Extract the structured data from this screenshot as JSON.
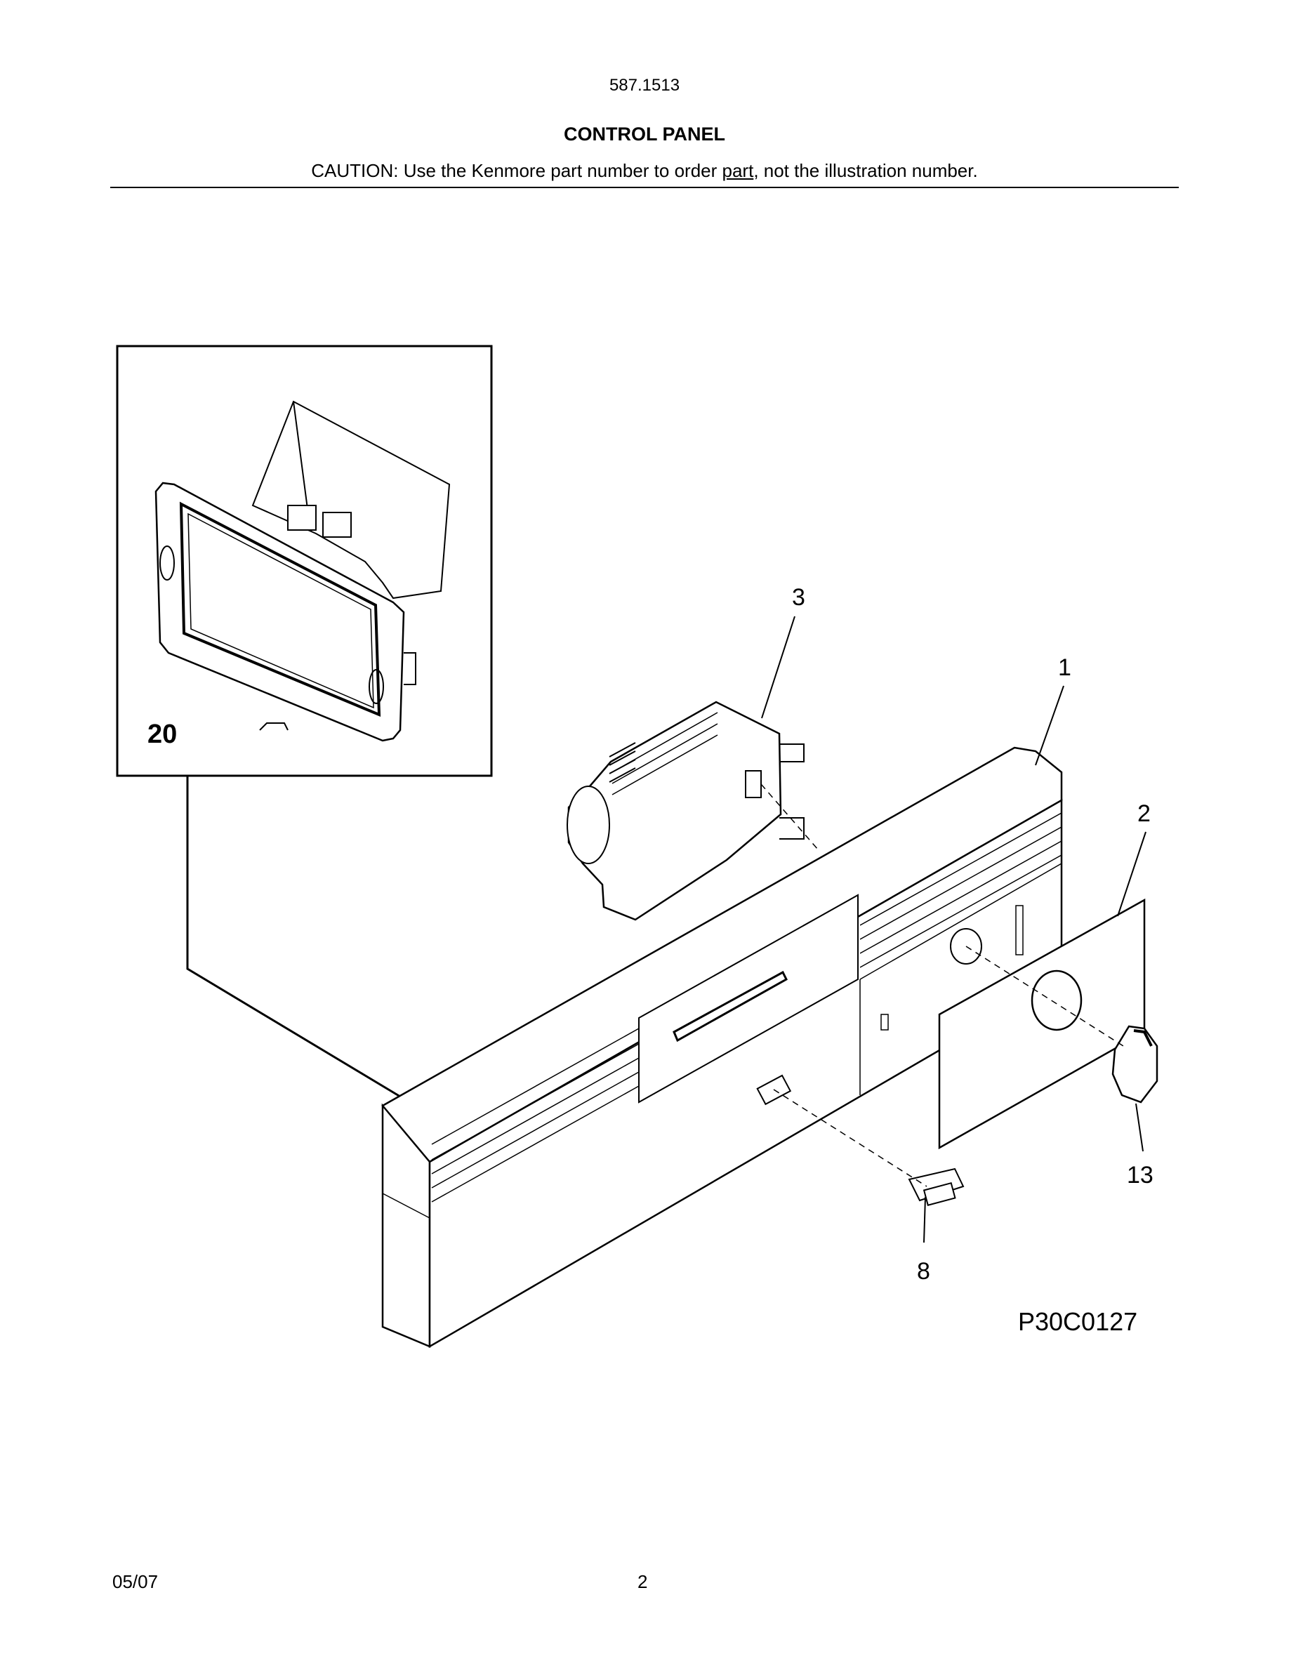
{
  "header": {
    "model_number": "587.1513",
    "section_title": "CONTROL PANEL",
    "caution_prefix": "CAUTION: Use the Kenmore part number to order ",
    "caution_underlined": "part",
    "caution_suffix": ", not the illustration number."
  },
  "diagram": {
    "callouts": {
      "panel": "1",
      "overlay": "2",
      "timer": "3",
      "switch": "8",
      "knob": "13",
      "dispenser": "20"
    },
    "drawing_code": "P30C0127"
  },
  "footer": {
    "date": "05/07",
    "page_number": "2"
  }
}
